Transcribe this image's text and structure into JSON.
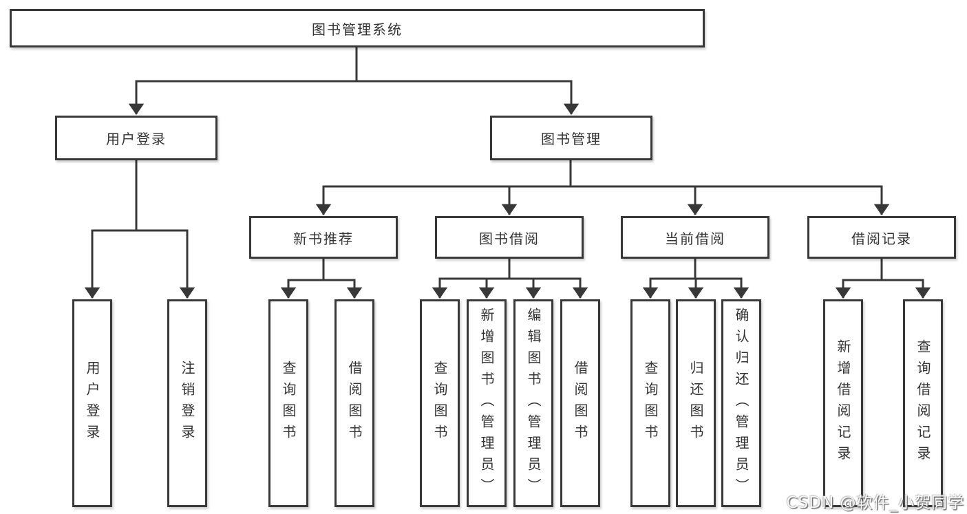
{
  "diagram": {
    "root": {
      "label": "图书管理系统"
    },
    "branches": [
      {
        "label": "用户登录",
        "children": [
          {
            "label": "用户登录"
          },
          {
            "label": "注销登录"
          }
        ]
      },
      {
        "label": "图书管理",
        "children": [
          {
            "label": "新书推荐",
            "children": [
              {
                "label": "查询图书"
              },
              {
                "label": "借阅图书"
              }
            ]
          },
          {
            "label": "图书借阅",
            "children": [
              {
                "label": "查询图书"
              },
              {
                "label": "新增图书（管理员）"
              },
              {
                "label": "编辑图书（管理员）"
              },
              {
                "label": "借阅图书"
              }
            ]
          },
          {
            "label": "当前借阅",
            "children": [
              {
                "label": "查询图书"
              },
              {
                "label": "归还图书"
              },
              {
                "label": "确认归还（管理员）"
              }
            ]
          },
          {
            "label": "借阅记录",
            "children": [
              {
                "label": "新增借阅记录"
              },
              {
                "label": "查询借阅记录"
              }
            ]
          }
        ]
      }
    ]
  },
  "watermark": {
    "text": "CSDN @软件_小贺同学"
  },
  "colors": {
    "line": "#383838",
    "text": "#333333",
    "background": "#ffffff"
  }
}
